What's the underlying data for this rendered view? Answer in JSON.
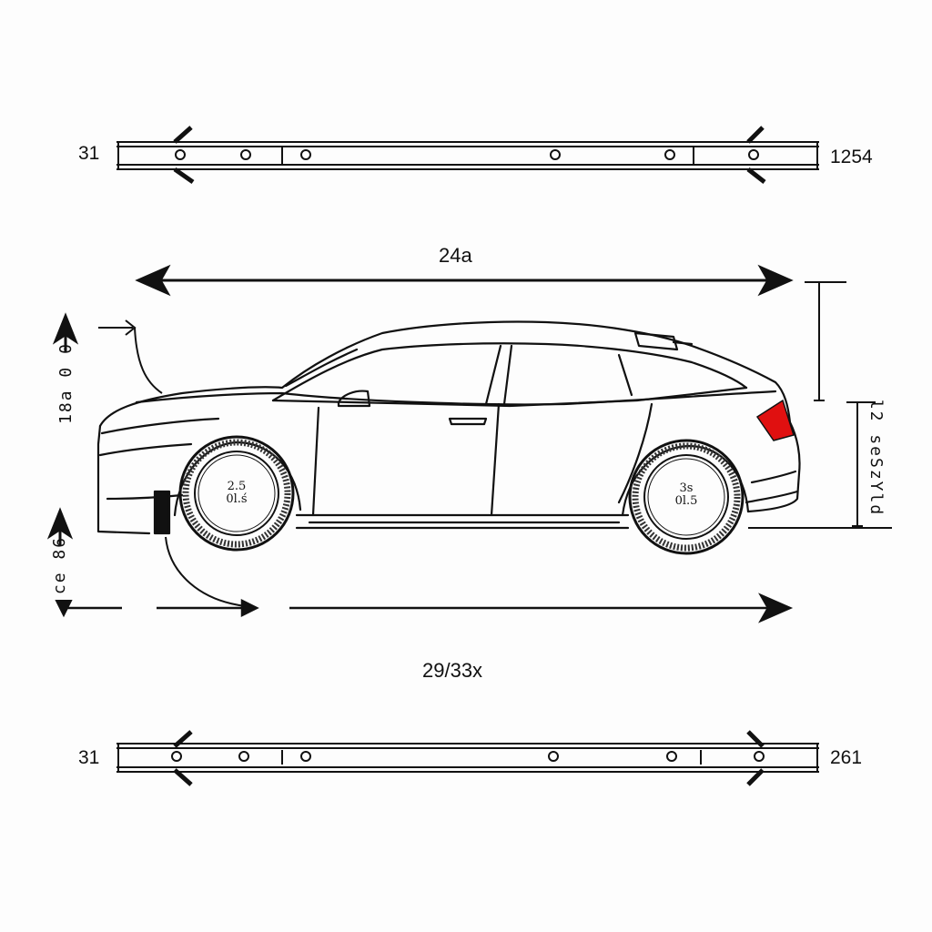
{
  "rails": {
    "top": {
      "left_label": "31",
      "right_label": "1254"
    },
    "bottom": {
      "left_label": "31",
      "right_label": "261"
    }
  },
  "dimensions": {
    "overall_length": "24a",
    "base_length": "29/33x",
    "left_height": "18a 0 0",
    "left_ground": "ce 86",
    "right_height": "l2 seSzYld"
  },
  "wheels": {
    "front": {
      "line1": "2.5",
      "line2": "0l.ś"
    },
    "rear": {
      "line1": "3s",
      "line2": "0l.5"
    }
  },
  "colors": {
    "line": "#111111",
    "taillight": "#e01010",
    "background": "#fdfdfd"
  }
}
